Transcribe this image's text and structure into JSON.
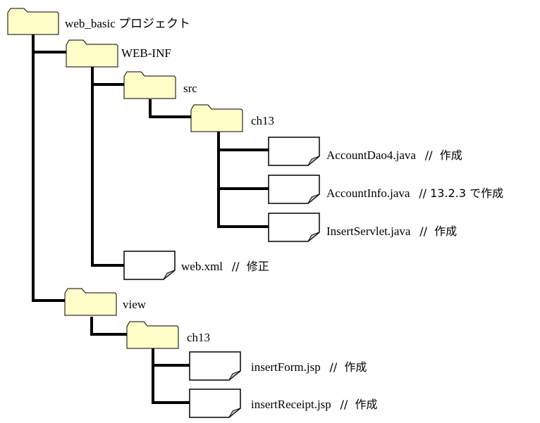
{
  "colors": {
    "folder_fill": "#FFFDC8",
    "folder_stroke": "#000000",
    "file_fill": "#FFFFFF",
    "fold_fill": "#C8C8C8",
    "line": "#000000"
  },
  "tree": {
    "root": {
      "name": "web_basic プロジェクト",
      "icon": "folder-icon"
    },
    "webinf": {
      "name": "WEB-INF",
      "icon": "folder-icon"
    },
    "src": {
      "name": "src",
      "icon": "folder-icon"
    },
    "src_ch13": {
      "name": "ch13",
      "icon": "folder-icon"
    },
    "accountdao": {
      "name": "AccountDao4.java",
      "comment": "//  作成",
      "icon": "file-icon"
    },
    "accountinfo": {
      "name": "AccountInfo.java",
      "comment": "// 13.2.3 で作成",
      "icon": "file-icon"
    },
    "insertservlet": {
      "name": "InsertServlet.java",
      "comment": "//  作成",
      "icon": "file-icon"
    },
    "webxml": {
      "name": "web.xml",
      "comment": "//  修正",
      "icon": "file-icon"
    },
    "view": {
      "name": "view",
      "icon": "folder-icon"
    },
    "view_ch13": {
      "name": "ch13",
      "icon": "folder-icon"
    },
    "insertform": {
      "name": "insertForm.jsp",
      "comment": "//  作成",
      "icon": "file-icon"
    },
    "insertreceipt": {
      "name": "insertReceipt.jsp",
      "comment": "//  作成",
      "icon": "file-icon"
    }
  }
}
